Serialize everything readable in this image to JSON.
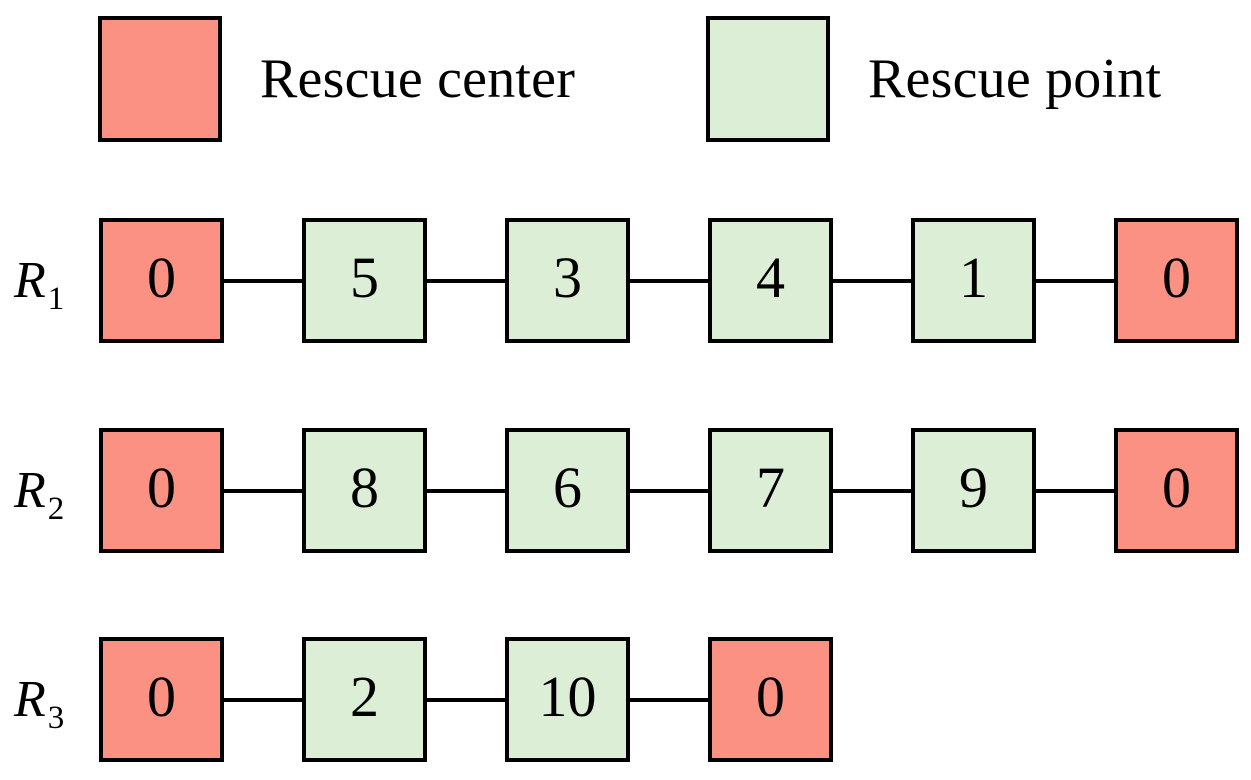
{
  "legend": {
    "items": [
      {
        "label": "Rescue center",
        "swatch_kind": "center",
        "color": "#fa9183"
      },
      {
        "label": "Rescue point",
        "swatch_kind": "point",
        "color": "#dcefd6"
      }
    ]
  },
  "routes": [
    {
      "label_base": "R",
      "label_sub": "1",
      "nodes": [
        {
          "value": "0",
          "kind": "center"
        },
        {
          "value": "5",
          "kind": "point"
        },
        {
          "value": "3",
          "kind": "point"
        },
        {
          "value": "4",
          "kind": "point"
        },
        {
          "value": "1",
          "kind": "point"
        },
        {
          "value": "0",
          "kind": "center"
        }
      ]
    },
    {
      "label_base": "R",
      "label_sub": "2",
      "nodes": [
        {
          "value": "0",
          "kind": "center"
        },
        {
          "value": "8",
          "kind": "point"
        },
        {
          "value": "6",
          "kind": "point"
        },
        {
          "value": "7",
          "kind": "point"
        },
        {
          "value": "9",
          "kind": "point"
        },
        {
          "value": "0",
          "kind": "center"
        }
      ]
    },
    {
      "label_base": "R",
      "label_sub": "3",
      "nodes": [
        {
          "value": "0",
          "kind": "center"
        },
        {
          "value": "2",
          "kind": "point"
        },
        {
          "value": "10",
          "kind": "point"
        },
        {
          "value": "0",
          "kind": "center"
        }
      ]
    }
  ],
  "colors": {
    "rescue_center": "#fa9183",
    "rescue_point": "#dcefd6",
    "outline": "#000000",
    "background": "#ffffff"
  }
}
